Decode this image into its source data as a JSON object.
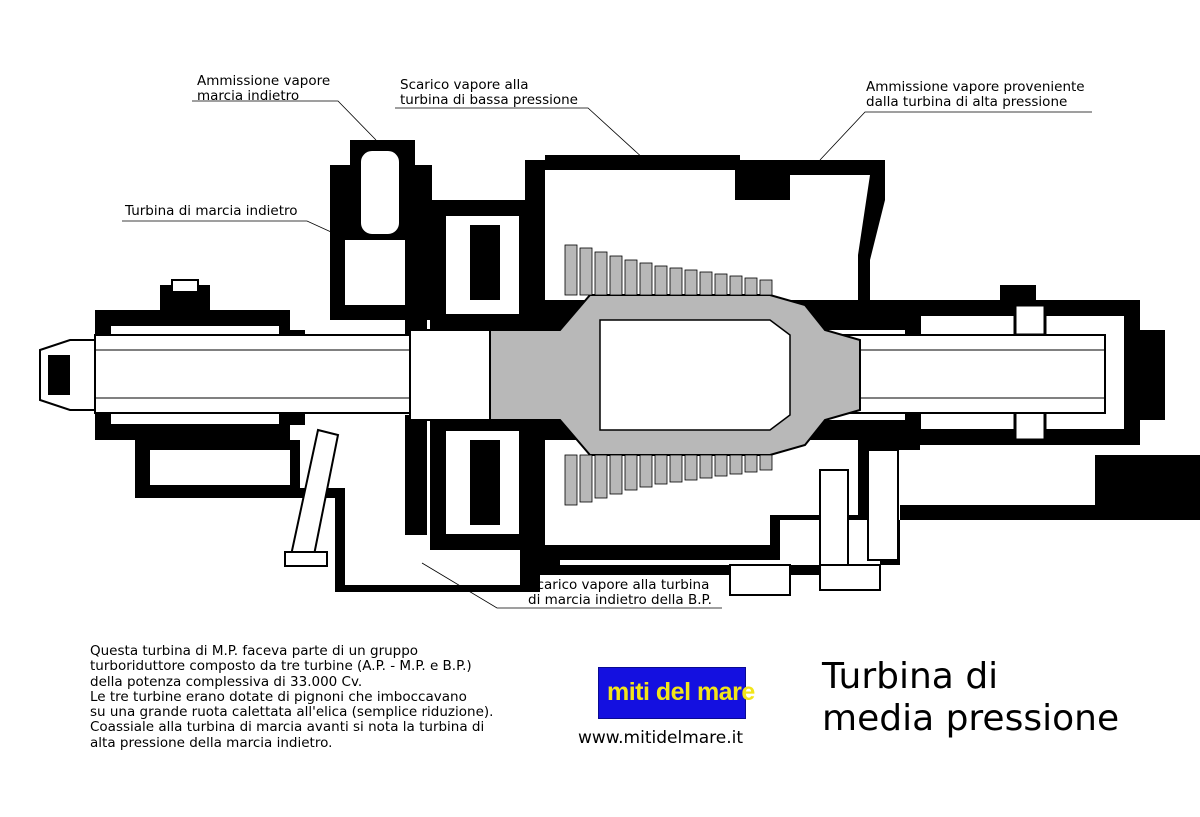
{
  "labels": {
    "ammissione_indietro": "Ammissione vapore\nmarcia indietro",
    "scarico_bassa": "Scarico vapore alla\nturbina di bassa pressione",
    "ammissione_alta": "Ammissione vapore proveniente\ndalla turbina di alta pressione",
    "turbina_indietro": "Turbina di marcia indietro",
    "scarico_bp": "Scarico vapore alla turbina\ndi marcia indietro della B.P."
  },
  "description": "Questa turbina di M.P. faceva parte di un gruppo\nturboriduttore composto da tre turbine (A.P. - M.P. e B.P.)\ndella potenza complessiva di 33.000 Cv.\nLe tre turbine erano dotate di pignoni che imboccavano\nsu una grande ruota calettata all'elica (semplice riduzione).\nCoassiale alla turbina di marcia avanti si nota la turbina di\nalta pressione della marcia indietro.",
  "title": "Turbina di\nmedia pressione",
  "logo": {
    "text": "miti del mare",
    "bg_color": "#1410e0",
    "text_color": "#f2e51a"
  },
  "website": "www.mitidelmare.it",
  "colors": {
    "rotor_gray": "#b8b8b8",
    "casing": "#000000"
  }
}
